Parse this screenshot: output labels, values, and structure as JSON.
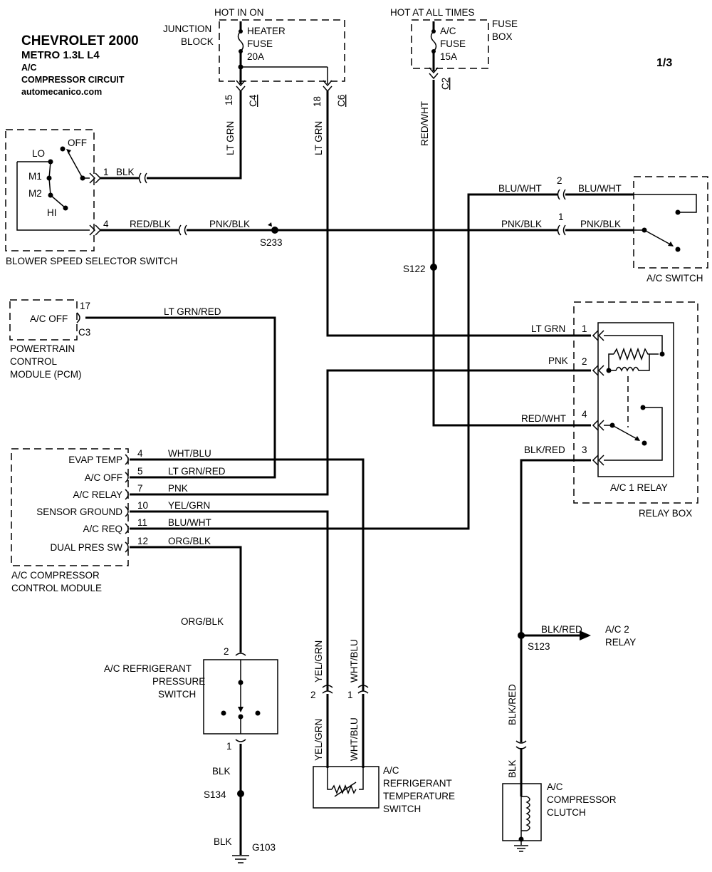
{
  "header": {
    "title": "CHEVROLET 2000",
    "model": "METRO  1.3L  L4",
    "system": "A/C",
    "circuit": "COMPRESSOR CIRCUIT",
    "site": "automecanico.com",
    "page": "1/3"
  },
  "power": {
    "hot_in_on": "HOT IN ON",
    "junction_block": [
      "JUNCTION",
      "BLOCK"
    ],
    "heater_fuse": [
      "HEATER",
      "FUSE",
      "20A"
    ],
    "c4": "C4",
    "c4_pin": "15",
    "c6": "C6",
    "c6_pin": "18",
    "hot_all_times": "HOT AT ALL TIMES",
    "fuse_box": [
      "FUSE",
      "BOX"
    ],
    "ac_fuse": [
      "A/C",
      "FUSE",
      "15A"
    ],
    "c2": "C2"
  },
  "wires": {
    "lt_grn": "LT GRN",
    "red_wht": "RED/WHT",
    "blk": "BLK",
    "red_blk": "RED/BLK",
    "pnk_blk": "PNK/BLK",
    "blu_wht": "BLU/WHT",
    "lt_grn_red": "LT GRN/RED",
    "pnk": "PNK",
    "blk_red": "BLK/RED",
    "wht_blu": "WHT/BLU",
    "yel_grn": "YEL/GRN",
    "org_blk": "ORG/BLK"
  },
  "blower": {
    "label": "BLOWER SPEED SELECTOR SWITCH",
    "positions": [
      "OFF",
      "LO",
      "M1",
      "M2",
      "HI"
    ],
    "pin1": "1",
    "pin4": "4"
  },
  "splices": {
    "s233": "S233",
    "s122": "S122",
    "s123": "S123",
    "s134": "S134",
    "g103": "G103"
  },
  "ac_switch": {
    "label": "A/C SWITCH",
    "pin2": "2",
    "pin1": "1"
  },
  "pcm": {
    "pin_label": "A/C OFF",
    "pin": "17",
    "connector": "C3",
    "name": [
      "POWERTRAIN",
      "CONTROL",
      "MODULE (PCM)"
    ]
  },
  "relay": {
    "label": "A/C 1 RELAY",
    "box": "RELAY BOX",
    "pins": [
      "1",
      "2",
      "4",
      "3"
    ]
  },
  "module": {
    "name": [
      "A/C COMPRESSOR",
      "CONTROL MODULE"
    ],
    "rows": [
      {
        "label": "EVAP TEMP",
        "pin": "4",
        "wire": "WHT/BLU"
      },
      {
        "label": "A/C OFF",
        "pin": "5",
        "wire": "LT GRN/RED"
      },
      {
        "label": "A/C RELAY",
        "pin": "7",
        "wire": "PNK"
      },
      {
        "label": "SENSOR GROUND",
        "pin": "10",
        "wire": "YEL/GRN"
      },
      {
        "label": "A/C REQ",
        "pin": "11",
        "wire": "BLU/WHT"
      },
      {
        "label": "DUAL PRES SW",
        "pin": "12",
        "wire": "ORG/BLK"
      }
    ]
  },
  "ac2_relay": [
    "A/C 2",
    "RELAY"
  ],
  "pressure_switch": {
    "name": [
      "A/C REFRIGERANT",
      "PRESSURE",
      "SWITCH"
    ],
    "pin2": "2",
    "pin1": "1"
  },
  "temp_switch": {
    "name": [
      "A/C",
      "REFRIGERANT",
      "TEMPERATURE",
      "SWITCH"
    ],
    "pin2": "2",
    "pin1": "1"
  },
  "clutch": {
    "name": [
      "A/C",
      "COMPRESSOR",
      "CLUTCH"
    ]
  }
}
